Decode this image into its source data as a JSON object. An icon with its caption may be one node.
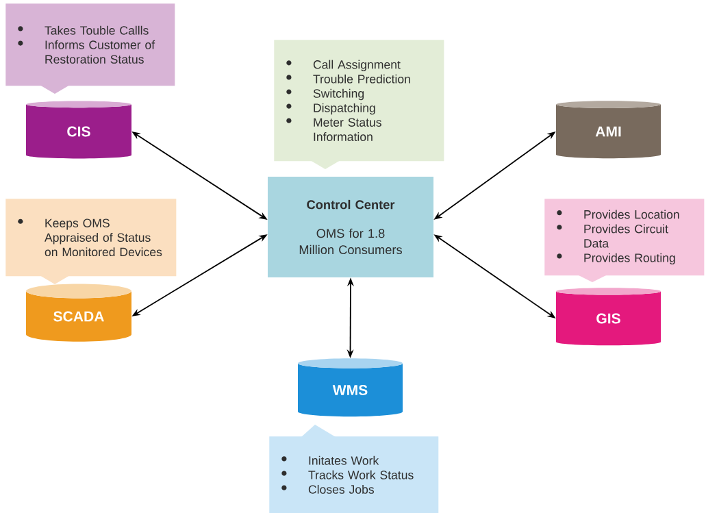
{
  "diagram": {
    "nodes": [
      {
        "text": [
          "Takes Touble Callls",
          "Informs Customer of Restoration Status"
        ]
      },
      {
        "text": [
          "CIS"
        ]
      },
      {
        "text": [
          "Call Assignment",
          "Trouble Prediction",
          "Switching",
          "Dispatching",
          "Meter Status Information"
        ]
      },
      {
        "text": [
          "AMI"
        ]
      },
      {
        "text": [
          "Control Center",
          "OMS for 1.8 Million Consumers"
        ]
      },
      {
        "text": [
          "Keeps OMS Appraised of Status on Monitored Devices"
        ]
      },
      {
        "text": [
          "Provides Location",
          "Provides Circuit Data",
          "Provides Routing"
        ]
      },
      {
        "text": [
          "SCADA"
        ]
      },
      {
        "text": [
          "GIS"
        ]
      },
      {
        "text": [
          "WMS"
        ]
      },
      {
        "text": [
          "Initates Work",
          "Tracks Work Status",
          "Closes Jobs"
        ]
      }
    ],
    "edges": [
      {
        "from": 4,
        "to": 1,
        "arrow": "both"
      },
      {
        "from": 4,
        "to": 3,
        "arrow": "both"
      },
      {
        "from": 4,
        "to": 7,
        "arrow": "both"
      },
      {
        "from": 4,
        "to": 8,
        "arrow": "both"
      },
      {
        "from": 4,
        "to": 9,
        "arrow": "both"
      }
    ]
  }
}
